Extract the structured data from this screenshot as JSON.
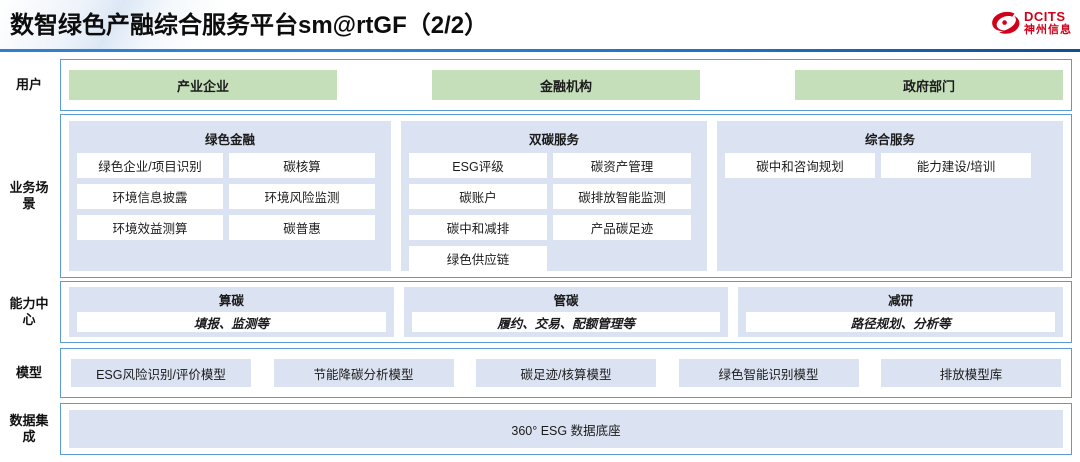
{
  "header": {
    "title": "数智绿色产融综合服务平台sm@rtGF（2/2）",
    "logo_en": "DCITS",
    "logo_cn": "神州信息"
  },
  "rows": {
    "user": {
      "label": "用户",
      "items": [
        "产业企业",
        "金融机构",
        "政府部门"
      ]
    },
    "business": {
      "label": "业务场\n景",
      "label_line1": "业务场",
      "label_line2": "景",
      "panels": [
        {
          "title": "绿色金融",
          "cells": [
            "绿色企业/项目识别",
            "碳核算",
            "环境信息披露",
            "环境风险监测",
            "环境效益测算",
            "碳普惠"
          ]
        },
        {
          "title": "双碳服务",
          "cells": [
            "ESG评级",
            "碳资产管理",
            "碳账户",
            "碳排放智能监测",
            "碳中和减排",
            "产品碳足迹",
            "绿色供应链"
          ]
        },
        {
          "title": "综合服务",
          "cells": [
            "碳中和咨询规划",
            "能力建设/培训"
          ]
        }
      ]
    },
    "capability": {
      "label_line1": "能力中",
      "label_line2": "心",
      "panels": [
        {
          "title": "算碳",
          "sub": "填报、监测等"
        },
        {
          "title": "管碳",
          "sub": "履约、交易、配额管理等"
        },
        {
          "title": "减研",
          "sub": "路径规划、分析等"
        }
      ]
    },
    "model": {
      "label": "模型",
      "items": [
        "ESG风险识别/评价模型",
        "节能降碳分析模型",
        "碳足迹/核算模型",
        "绿色智能识别模型",
        "排放模型库"
      ]
    },
    "data": {
      "label_line1": "数据集",
      "label_line2": "成",
      "base": "360° ESG 数据底座"
    }
  },
  "colors": {
    "accent_blue": "#5b9bd5",
    "panel_blue": "#dbe2f1",
    "user_green": "#c6dfbb",
    "logo_red": "#d0021b",
    "rule_blue": "#1e6fc0"
  }
}
